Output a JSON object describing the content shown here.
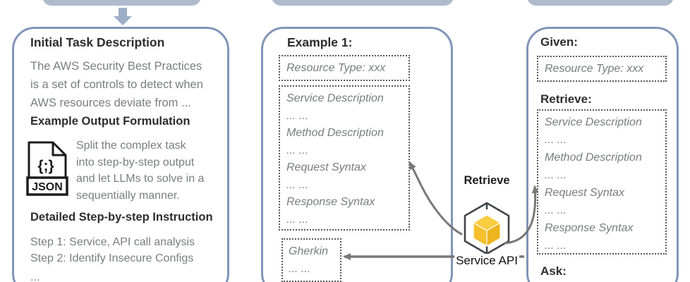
{
  "colors": {
    "panel_border": "#8295b7",
    "top_bar_fill": "#aebbce",
    "down_arrow": "#9cafc6",
    "connector_arrow": "#787878",
    "dotted_border": "#585858",
    "muted_text": "#7b7d80",
    "heading_text": "#2d2d2d",
    "cube_yellow": "#f7c52f"
  },
  "left_panel": {
    "title": "Initial Task Description",
    "paragraph_lines": [
      "The AWS Security Best Practices",
      "is a set of controls to detect when",
      "AWS resources deviate from ..."
    ],
    "example_heading": "Example Output Formulation",
    "json_icon": {
      "braces_label": "{;}",
      "format_label": "JSON"
    },
    "example_lines": [
      "Split the complex task",
      "into step-by-step output",
      "and let LLMs to solve in a",
      "sequentially manner."
    ],
    "detail_heading": "Detailed Step-by-step Instruction",
    "steps": [
      "Step 1: Service, API call analysis",
      "Step 2: Identify Insecure Configs"
    ],
    "ellipsis": "..."
  },
  "middle_panel": {
    "title": "Example 1:",
    "resource_box_text": "Resource Type: xxx",
    "api_doc_lines": [
      "Service Description",
      "... ...",
      "Method Description",
      "... ...",
      "Request Syntax",
      "... ...",
      "Response Syntax",
      "... ..."
    ],
    "gherkin_lines": [
      "Gherkin",
      "... ..."
    ]
  },
  "connector": {
    "retrieve_label": "Retrieve",
    "service_api_label": "Service API"
  },
  "right_panel": {
    "given_heading": "Given:",
    "resource_box_text": "Resource Type: xxx",
    "retrieve_heading": "Retrieve:",
    "api_doc_lines": [
      "Service Description",
      "... ...",
      "Method Description",
      "... ...",
      "Request Syntax",
      "... ...",
      "Response Syntax",
      "... ..."
    ],
    "ask_heading": "Ask:"
  }
}
